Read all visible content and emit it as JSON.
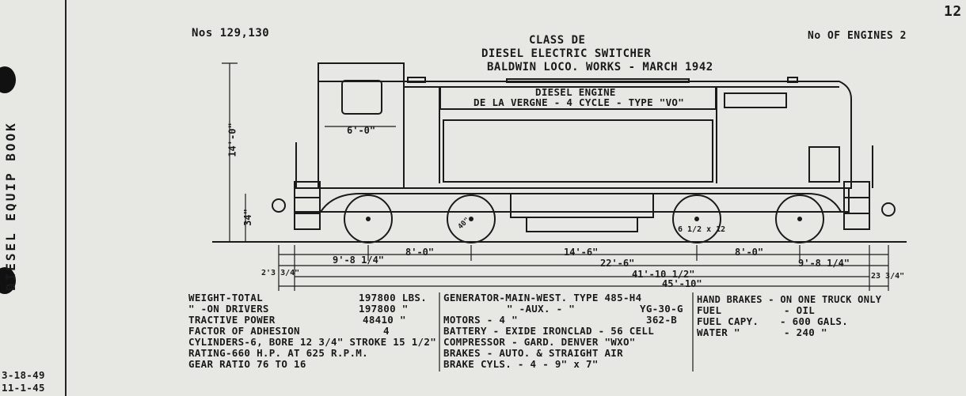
{
  "page_number": "12",
  "engine_numbers": "Nos 129,130",
  "number_of_engines": "No OF ENGINES 2",
  "title": {
    "class": "CLASS DE",
    "type": "DIESEL ELECTRIC SWITCHER",
    "builder": "BALDWIN LOCO. WORKS - MARCH 1942"
  },
  "engine_label": {
    "line1": "DIESEL ENGINE",
    "line2": "DE LA VERGNE - 4 CYCLE - TYPE \"VO\""
  },
  "side_label": "DIESEL EQUIP BOOK",
  "dates": [
    "3-18-49",
    "11-1-45"
  ],
  "dimensions": {
    "height": "14'-0\"",
    "cab_width": "6'-0\"",
    "coupler_height": "34\"",
    "wheel_left": "40\"",
    "wheel_right": "6 1/2 x 12",
    "overhang_left": "9'-8 1/4\"",
    "truck_left": "8'-0\"",
    "center_span": "14'-6\"",
    "truck_right": "8'-0\"",
    "overhang_right": "9'-8 1/4\"",
    "truck_centers": "22'-6\"",
    "inside_length": "41'-10 1/2\"",
    "end_left": "2'3 3/4\"",
    "overall_length": "45'-10\"",
    "end_right": "23 3/4\""
  },
  "specs_left": [
    {
      "label": "WEIGHT-TOTAL",
      "value": "197800 LBS."
    },
    {
      "label": "\" -ON DRIVERS",
      "value": "197800 \""
    },
    {
      "label": "TRACTIVE POWER",
      "value": "48410 \""
    },
    {
      "label": "FACTOR OF ADHESION",
      "value": "4"
    },
    {
      "label": "CYLINDERS-6, BORE 12 3/4\" STROKE 15 1/2\"",
      "value": ""
    },
    {
      "label": "RATING-660 H.P. AT 625 R.P.M.",
      "value": ""
    },
    {
      "label": "GEAR RATIO 76 TO 16",
      "value": ""
    }
  ],
  "specs_middle": [
    {
      "label": "GENERATOR-MAIN-WEST. TYPE 485-H4",
      "value": ""
    },
    {
      "label": "\" -AUX. - \"",
      "value": "YG-30-G"
    },
    {
      "label": "MOTORS - 4 \"",
      "value": "362-B"
    },
    {
      "label": "BATTERY - EXIDE IRONCLAD - 56 CELL",
      "value": ""
    },
    {
      "label": "COMPRESSOR - GARD. DENVER \"WXO\"",
      "value": ""
    },
    {
      "label": "BRAKES - AUTO. & STRAIGHT AIR",
      "value": ""
    },
    {
      "label": "BRAKE CYLS. - 4 - 9\" x 7\"",
      "value": ""
    }
  ],
  "specs_right": [
    {
      "label": "HAND BRAKES - ON ONE TRUCK ONLY",
      "value": ""
    },
    {
      "label": "FUEL",
      "value": "- OIL"
    },
    {
      "label": "FUEL CAPY.",
      "value": "- 600 GALS."
    },
    {
      "label": "WATER \"",
      "value": "- 240 \""
    }
  ]
}
